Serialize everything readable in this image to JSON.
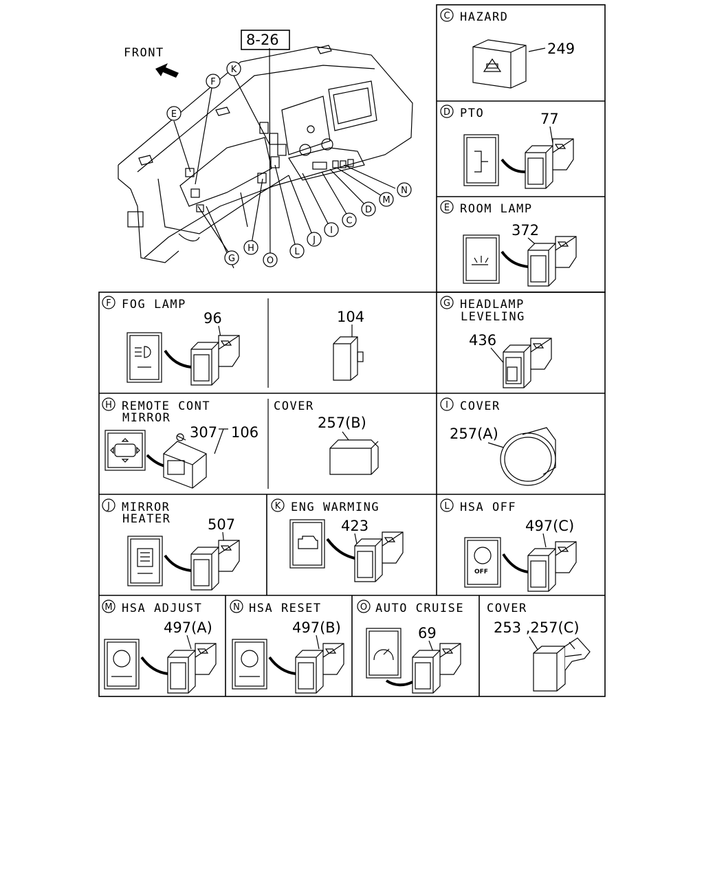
{
  "main": {
    "front_label": "FRONT",
    "ref_box": "8-26",
    "callouts": [
      "K",
      "F",
      "E",
      "N",
      "M",
      "D",
      "C",
      "I",
      "J",
      "L",
      "O",
      "H",
      "G"
    ]
  },
  "panels": {
    "C": {
      "letter": "C",
      "title": "HAZARD",
      "part": "249"
    },
    "D": {
      "letter": "D",
      "title": "PTO",
      "part": "77"
    },
    "E": {
      "letter": "E",
      "title": "ROOM LAMP",
      "part": "372"
    },
    "F": {
      "letter": "F",
      "title": "FOG LAMP",
      "part": "96",
      "part2": "104"
    },
    "G": {
      "letter": "G",
      "title": "HEADLAMP",
      "title2": "LEVELING",
      "part": "436"
    },
    "H": {
      "letter": "H",
      "title": "REMOTE CONT",
      "title2": "MIRROR",
      "part": "307",
      "part2": "106"
    },
    "cover_b": {
      "title": "COVER",
      "part": "257(B)"
    },
    "I": {
      "letter": "I",
      "title": "COVER",
      "part": "257(A)"
    },
    "J": {
      "letter": "J",
      "title": "MIRROR",
      "title2": "HEATER",
      "part": "507"
    },
    "K": {
      "letter": "K",
      "title": "ENG WARMING",
      "part": "423"
    },
    "L": {
      "letter": "L",
      "title": "HSA OFF",
      "part": "497(C)",
      "icon_text": "OFF"
    },
    "M": {
      "letter": "M",
      "title": "HSA ADJUST",
      "part": "497(A)"
    },
    "N": {
      "letter": "N",
      "title": "HSA RESET",
      "part": "497(B)"
    },
    "O": {
      "letter": "O",
      "title": "AUTO CRUISE",
      "part": "69"
    },
    "cover_c": {
      "title": "COVER",
      "part": "253 ,257(C)"
    }
  }
}
